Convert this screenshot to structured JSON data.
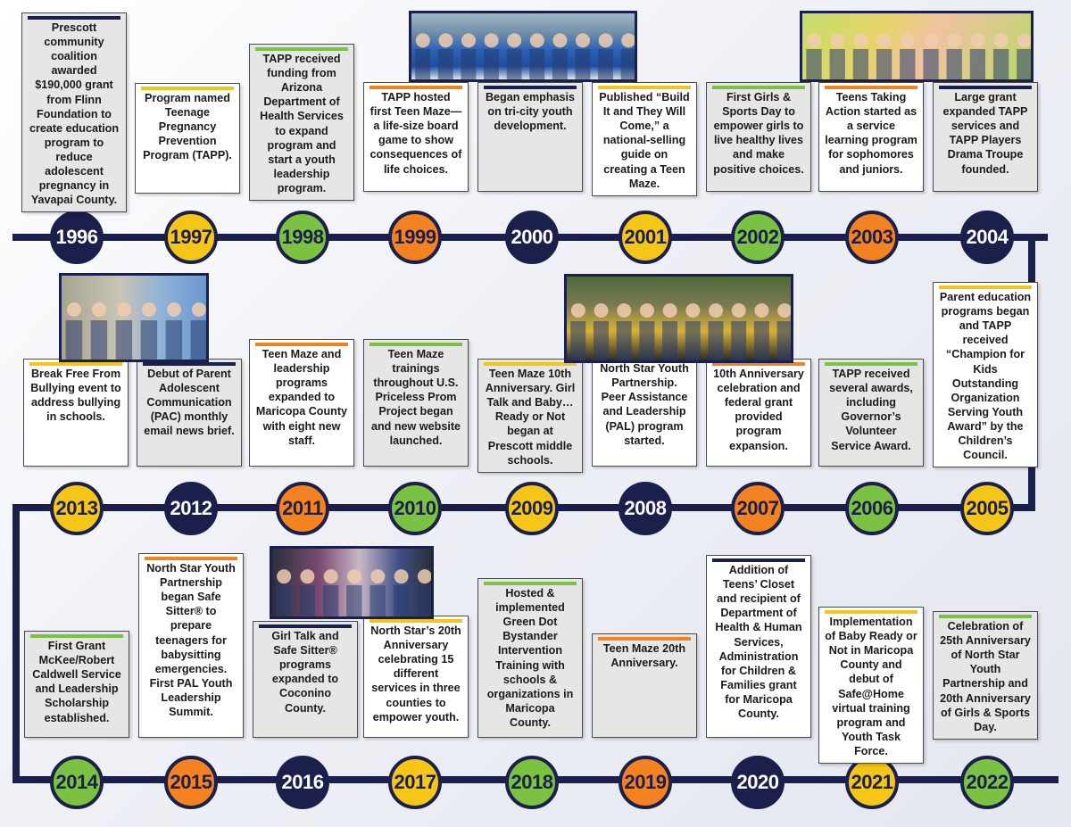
{
  "colors": {
    "navy": "#1a1f4b",
    "yellow": "#f5c518",
    "green": "#7cc242",
    "orange": "#f58220"
  },
  "milestones": [
    {
      "year": "1996",
      "color": "navy",
      "text": "Prescott community coalition awarded $190,000 grant from Flinn Foundation to create education program to reduce adolescent pregnancy in Yavapai County."
    },
    {
      "year": "1997",
      "color": "yellow",
      "text": "Program named Teenage Pregnancy Prevention Program (TAPP)."
    },
    {
      "year": "1998",
      "color": "green",
      "text": "TAPP received funding from Arizona Department of Health Services to expand program and start a youth leadership program."
    },
    {
      "year": "1999",
      "color": "orange",
      "text": "TAPP hosted first Teen Maze—a life-size board game to show consequences of life choices."
    },
    {
      "year": "2000",
      "color": "navy",
      "text": "Began emphasis on tri-city youth development."
    },
    {
      "year": "2001",
      "color": "yellow",
      "text": "Published “Build It and They Will Come,” a national-selling guide on creating a Teen Maze."
    },
    {
      "year": "2002",
      "color": "green",
      "text": "First Girls & Sports Day to empower girls to live healthy lives and make positive choices."
    },
    {
      "year": "2003",
      "color": "orange",
      "text": "Teens Taking Action started as a service learning program for sophomores and juniors."
    },
    {
      "year": "2004",
      "color": "navy",
      "text": "Large grant expanded TAPP services and TAPP Players Drama Troupe founded."
    },
    {
      "year": "2005",
      "color": "yellow",
      "text": "Parent education programs began and TAPP received “Champion for Kids Outstanding Organization Serving Youth Award” by the Children’s Council."
    },
    {
      "year": "2006",
      "color": "green",
      "text": "TAPP received several awards, including Governor’s Volunteer Service Award."
    },
    {
      "year": "2007",
      "color": "orange",
      "text": "10th Anniversary celebration and federal grant provided program expansion."
    },
    {
      "year": "2008",
      "color": "navy",
      "text": "TAPP renamed North Star Youth Partnership. Peer Assistance and Leadership (PAL) program started."
    },
    {
      "year": "2009",
      "color": "yellow",
      "text": "Teen Maze 10th Anniversary. Girl Talk and Baby… Ready or Not began at Prescott middle schools."
    },
    {
      "year": "2010",
      "color": "green",
      "text": "Teen Maze trainings throughout U.S. Priceless Prom Project began and new website launched."
    },
    {
      "year": "2011",
      "color": "orange",
      "text": "Teen Maze and leadership programs expanded to Maricopa County with eight new staff."
    },
    {
      "year": "2012",
      "color": "navy",
      "text": "Debut of Parent Adolescent Communication (PAC) monthly email news brief."
    },
    {
      "year": "2013",
      "color": "yellow",
      "text": "Break Free From Bullying event to address bullying in schools."
    },
    {
      "year": "2014",
      "color": "green",
      "text": "First Grant McKee/Robert Caldwell Service and Leadership Scholarship established."
    },
    {
      "year": "2015",
      "color": "orange",
      "text": "North Star Youth Partnership began Safe Sitter® to prepare teenagers for babysitting emergencies. First PAL Youth Leadership Summit."
    },
    {
      "year": "2016",
      "color": "navy",
      "text": "Girl Talk and Safe Sitter® programs expanded to Coconino County."
    },
    {
      "year": "2017",
      "color": "yellow",
      "text": "North Star’s 20th Anniversary celebrating 15 different services in three counties to empower youth."
    },
    {
      "year": "2018",
      "color": "green",
      "text": "Hosted & implemented Green Dot Bystander Intervention Training with schools & organizations in Maricopa County."
    },
    {
      "year": "2019",
      "color": "orange",
      "text": "Teen Maze 20th Anniversary."
    },
    {
      "year": "2020",
      "color": "navy",
      "text": "Addition of Teens’ Closet and recipient of Department of Health & Human Services, Administration for Children & Families grant for Maricopa County."
    },
    {
      "year": "2021",
      "color": "yellow",
      "text": "Implementation of Baby Ready or Not in Maricopa County and debut of Safe@Home virtual training program and Youth Task Force."
    },
    {
      "year": "2022",
      "color": "green",
      "text": "Celebration of 25th Anniversary of North Star Youth Partnership and 20th Anniversary of Girls & Sports Day."
    }
  ],
  "photos": [
    {
      "subject": "group-photo-1999"
    },
    {
      "subject": "girls-sports-day-2003"
    },
    {
      "subject": "climbing-wall-2013"
    },
    {
      "subject": "climbing-group-2008"
    },
    {
      "subject": "prom-group-2016"
    }
  ]
}
